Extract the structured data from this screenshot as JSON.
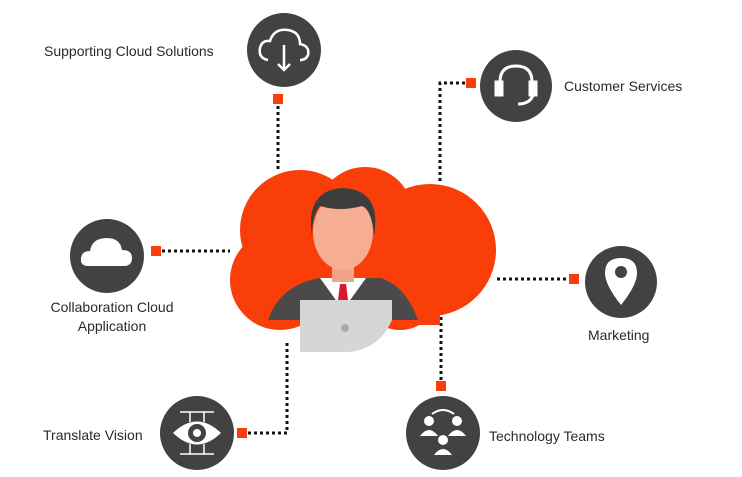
{
  "colors": {
    "accent": "#f93e0e",
    "icon_bg": "#424242"
  },
  "nodes": [
    {
      "label": "Supporting Cloud Solutions",
      "icon": "cloud-download-icon"
    },
    {
      "label": "Customer Services",
      "icon": "headset-icon"
    },
    {
      "label": "Collaboration Cloud",
      "label2": "Application",
      "icon": "cloud-icon"
    },
    {
      "label": "Marketing",
      "icon": "location-pin-icon"
    },
    {
      "label": "Translate Vision",
      "icon": "eye-circuit-icon"
    },
    {
      "label": "Technology Teams",
      "icon": "team-icon"
    }
  ]
}
